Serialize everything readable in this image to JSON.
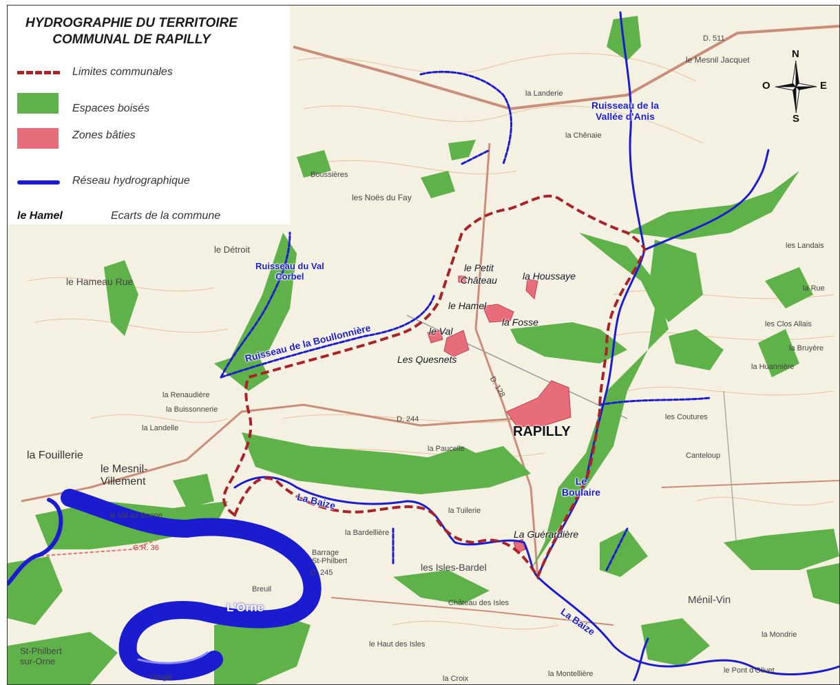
{
  "legend": {
    "title_line1": "HYDROGRAPHIE DU TERRITOIRE",
    "title_line2": "COMMUNAL DE RAPILLY",
    "items": [
      {
        "label": "Limites communales"
      },
      {
        "label": "Espaces boisés"
      },
      {
        "label": "Zones bâties"
      },
      {
        "label": "Réseau hydrographique"
      }
    ],
    "ecart_example": "le Hamel",
    "ecart_label": "Ecarts de la commune"
  },
  "colors": {
    "boundary": "#a8222a",
    "woods": "#5fb149",
    "built": "#e86d7a",
    "rivers": "#1b1bd0"
  },
  "compass": {
    "n": "N",
    "s": "S",
    "e": "E",
    "o": "O"
  },
  "town": "RAPILLY",
  "places": {
    "le_petit_chateau": "le Petit\nChâteau",
    "la_houssaye": "la Houssaye",
    "le_hamel": "le Hamel",
    "la_fosse": "la Fosse",
    "le_val": "le Val",
    "les_quesnets": "Les Quesnets",
    "la_guerardiere": "La Guérardière"
  },
  "rivers": {
    "vallee_anis": "Ruisseau de la\nVallée d'Anis",
    "val_corbel": "Ruisseau du Val\nCorbel",
    "boullonniere": "Ruisseau de la Boullonnière",
    "baize_1": "La Baize",
    "baize_2": "La Baize",
    "boulaire": "Le\nBoulaire",
    "orne": "L'Orne"
  },
  "base_labels": {
    "le_mesnil_villement": "le Mesnil-\nVillement",
    "le_detroit": "le Détroit",
    "le_mesnil_jacquet": "le Mesnil Jacquet",
    "la_landerie": "la Landerie",
    "la_chenaie": "la Chênaie",
    "les_noes_du_fay": "les Noës du Fay",
    "les_isles_bardel": "les Isles-Bardel",
    "menil_vin": "Ménil-Vin",
    "la_mondrie": "la Mondrie",
    "canteloup": "Canteloup",
    "les_coutures": "les Coutures",
    "la_rue": "la Rue",
    "la_fouillerie": "la Fouillerie",
    "la_landelle": "la Landelle",
    "le_hameau_rue": "le Hameau Rue",
    "boussieres": "Boussières",
    "st_philbert": "St-Philbert\nsur-Orne",
    "la_bardelliere": "la Bardellière",
    "la_tuilerie": "la Tuilerie",
    "la_paucelle": "la Paucelle",
    "barrage": "Barrage\nSt-Philbert",
    "la_buissonnerie": "la Buissonnerie",
    "la_renaudiere": "la Renaudière",
    "les_landais": "les Landais",
    "la_huanniere": "la Huannière",
    "les_clos_allais": "les Clos Allais",
    "la_bruyere": "la Bruyère",
    "le_pont_dolivet": "le Pont d'Olivet",
    "la_montelliere": "la Montellière",
    "chateau_des_isles": "Château des Isles",
    "le_haut_des_isles": "le Haut des Isles",
    "la_croix": "la Croix",
    "le_val_au_boene": "le Val au Boene",
    "breuil": "Breuil",
    "langle": "l'Angle",
    "d245": "D. 245",
    "d244": "D. 244",
    "d128": "D. 128",
    "d511": "D. 511",
    "gr36": "G.R. 36"
  }
}
